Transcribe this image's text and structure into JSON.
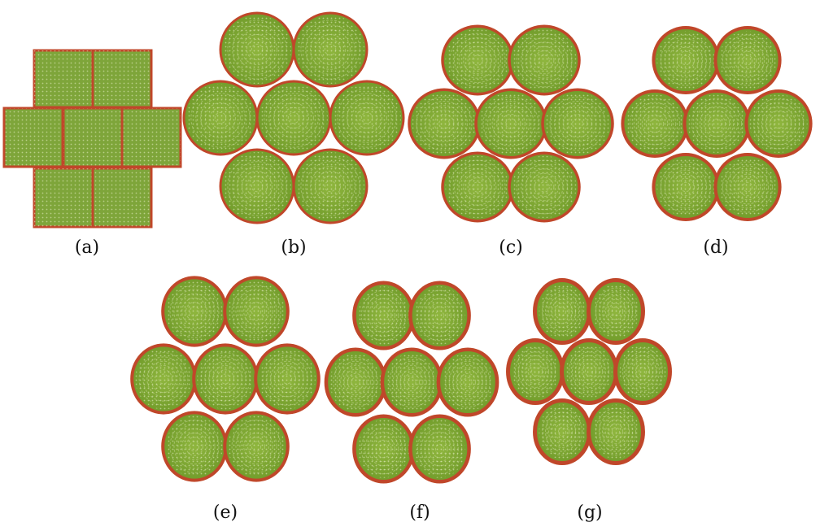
{
  "figure": {
    "captions": [
      "(a)",
      "(b)",
      "(c)",
      "(d)",
      "(e)",
      "(f)",
      "(g)"
    ],
    "colors": {
      "cell_fill": "#8fb63e",
      "cell_fill_dark": "#6f9a2a",
      "membrane": "#c0472a",
      "bead": "#e8f0c8",
      "background": "#ffffff"
    }
  }
}
